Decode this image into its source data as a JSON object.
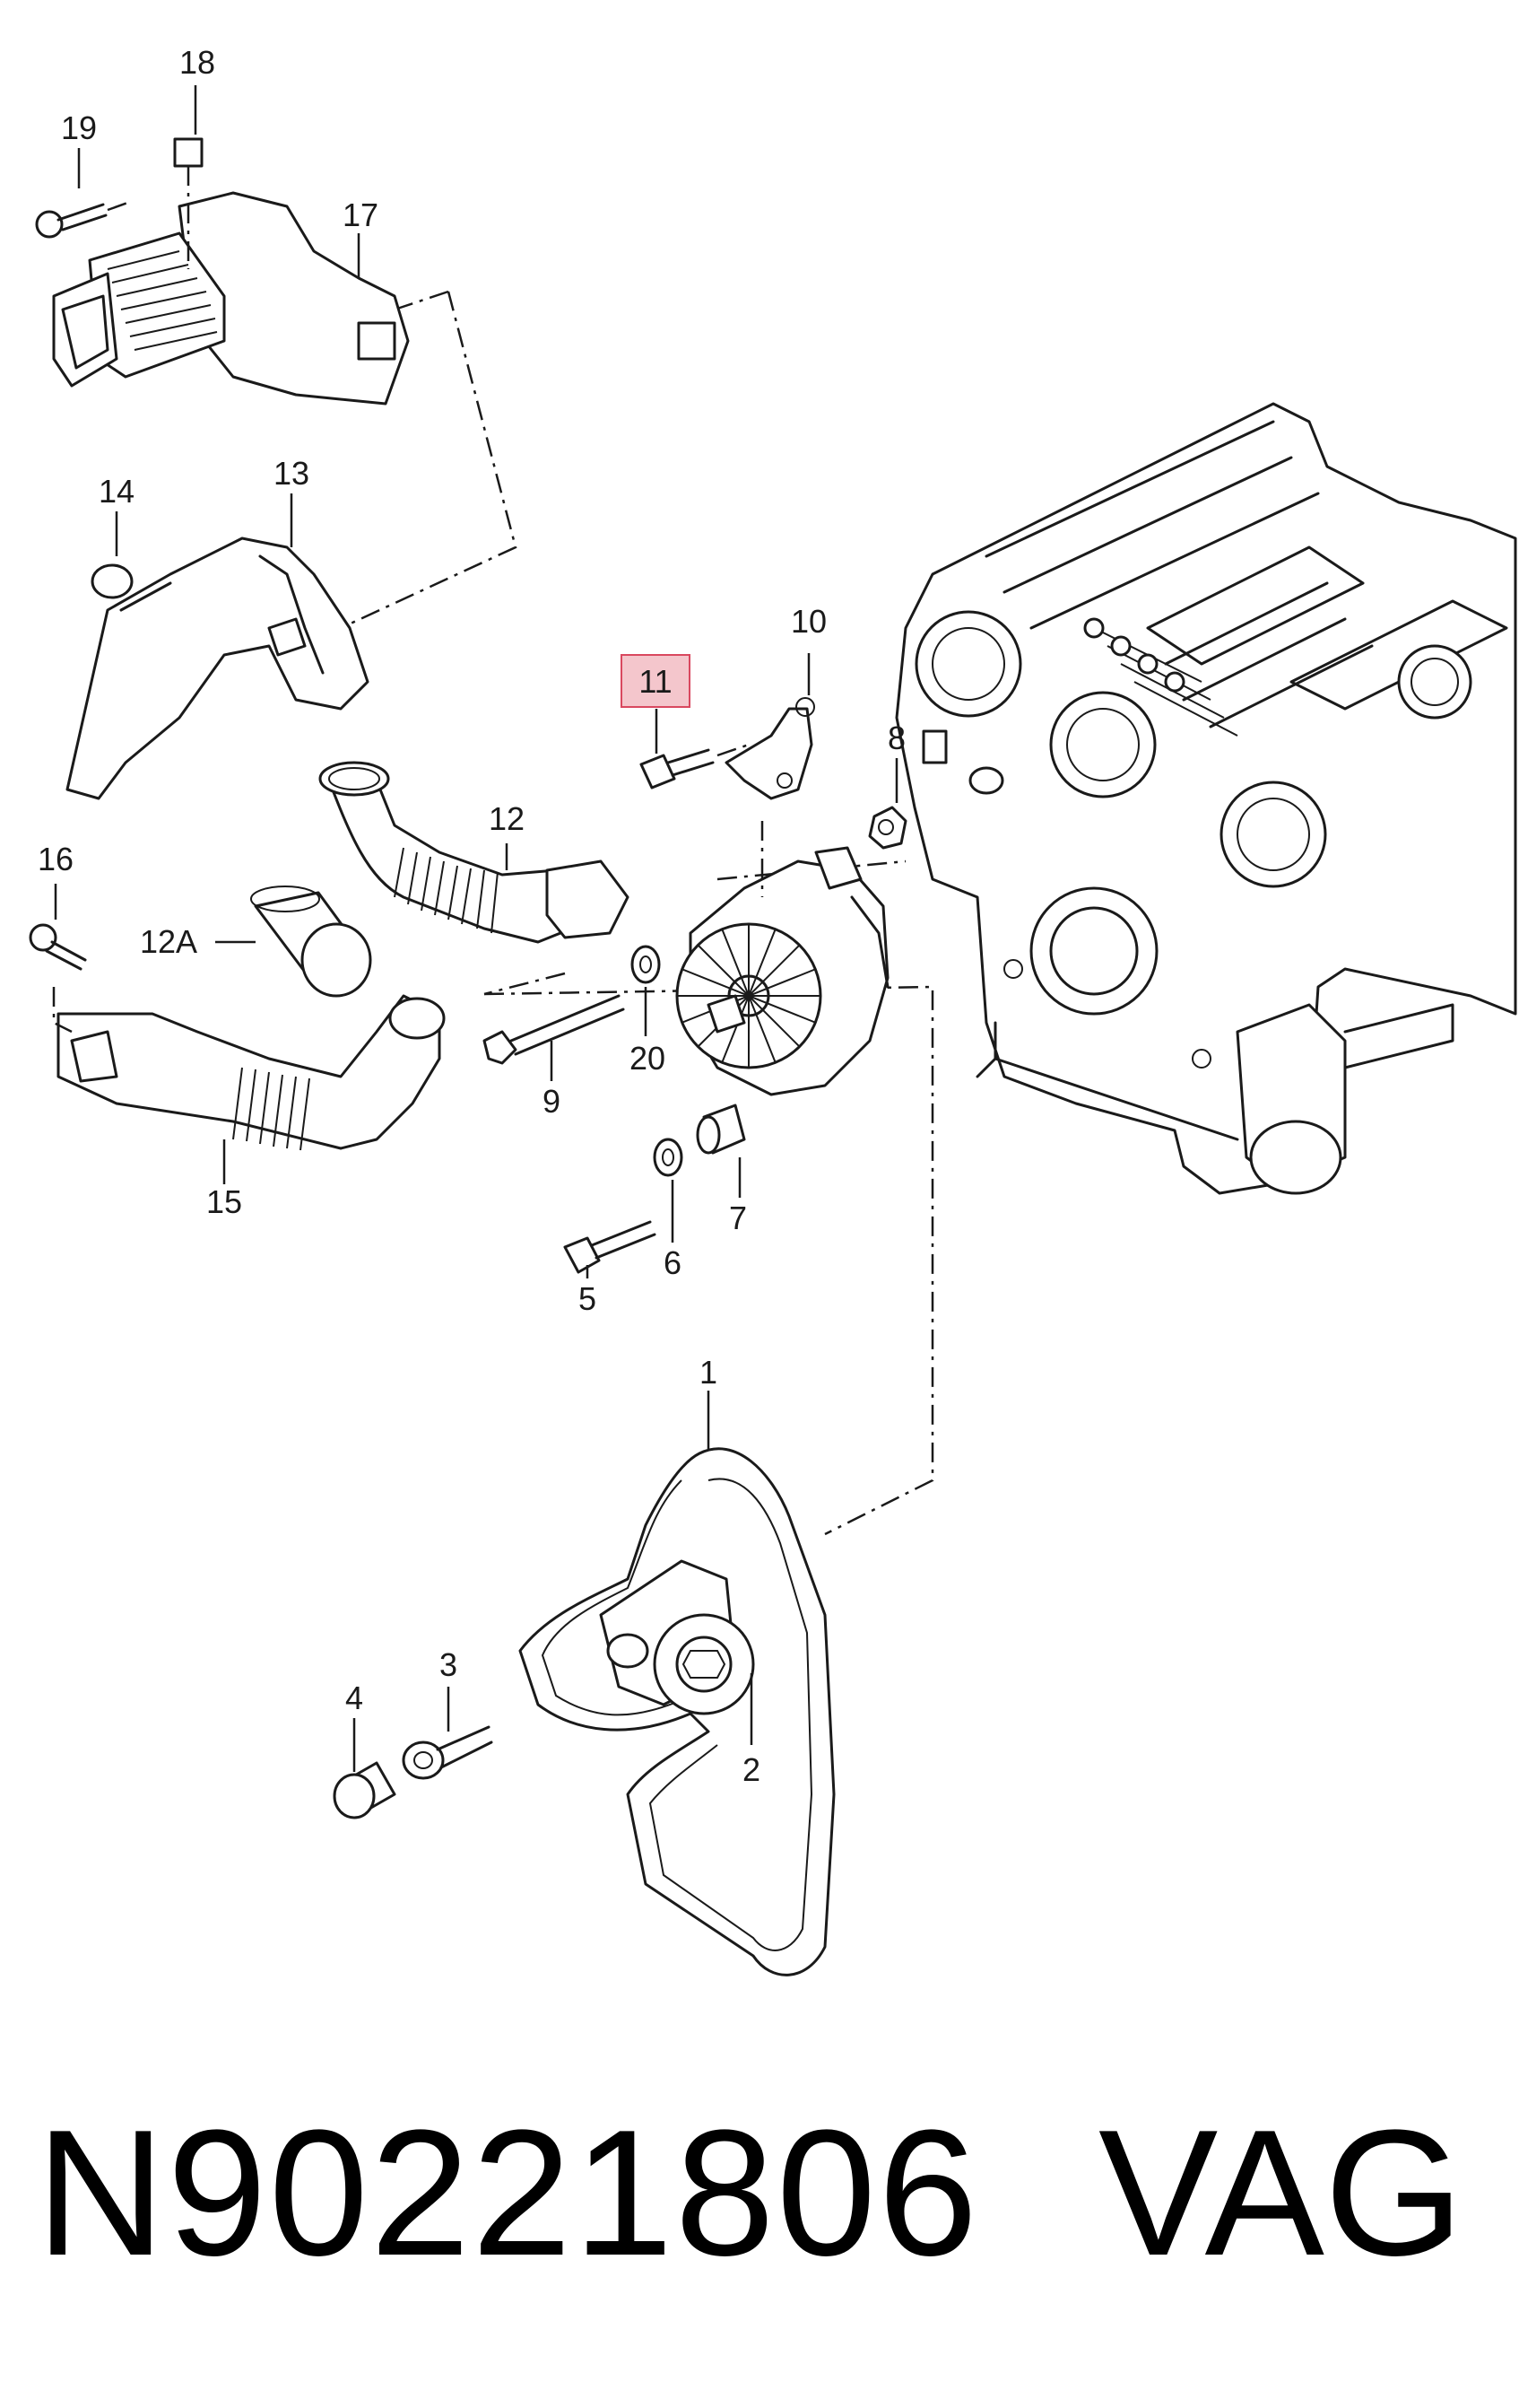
{
  "diagram": {
    "callouts": {
      "c1": "1",
      "c2": "2",
      "c3": "3",
      "c4": "4",
      "c5": "5",
      "c6": "6",
      "c7": "7",
      "c8": "8",
      "c9": "9",
      "c10": "10",
      "c11": "11",
      "c12": "12",
      "c12a": "12A",
      "c13": "13",
      "c14": "14",
      "c15": "15",
      "c16": "16",
      "c17": "17",
      "c18": "18",
      "c19": "19",
      "c20": "20"
    },
    "highlighted_callout": "11",
    "highlight_color": "#f4c6cc",
    "highlight_border": "#d9485f"
  },
  "footer": {
    "part_number": "N90221806",
    "brand": "VAG"
  }
}
